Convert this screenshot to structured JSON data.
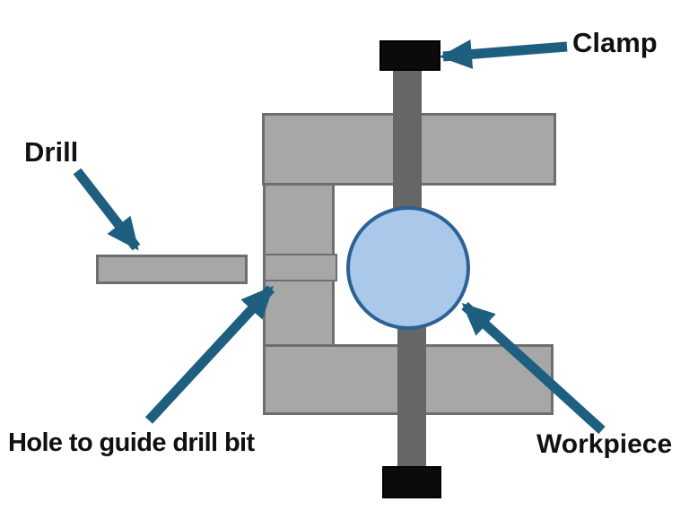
{
  "diagram": {
    "labels": {
      "drill": "Drill",
      "clamp": "Clamp",
      "hole_guide": "Hole to guide drill bit",
      "workpiece": "Workpiece"
    },
    "colors": {
      "background": "#ffffff",
      "jig_body_fill": "#a7a7a7",
      "jig_body_border": "#6e6e6e",
      "clamp_rod_fill": "#666666",
      "clamp_head_fill": "#0b0b0b",
      "workpiece_fill": "#a9c8ea",
      "workpiece_border": "#2b6295",
      "arrow_color": "#1e5f80",
      "label_color": "#111111"
    }
  }
}
